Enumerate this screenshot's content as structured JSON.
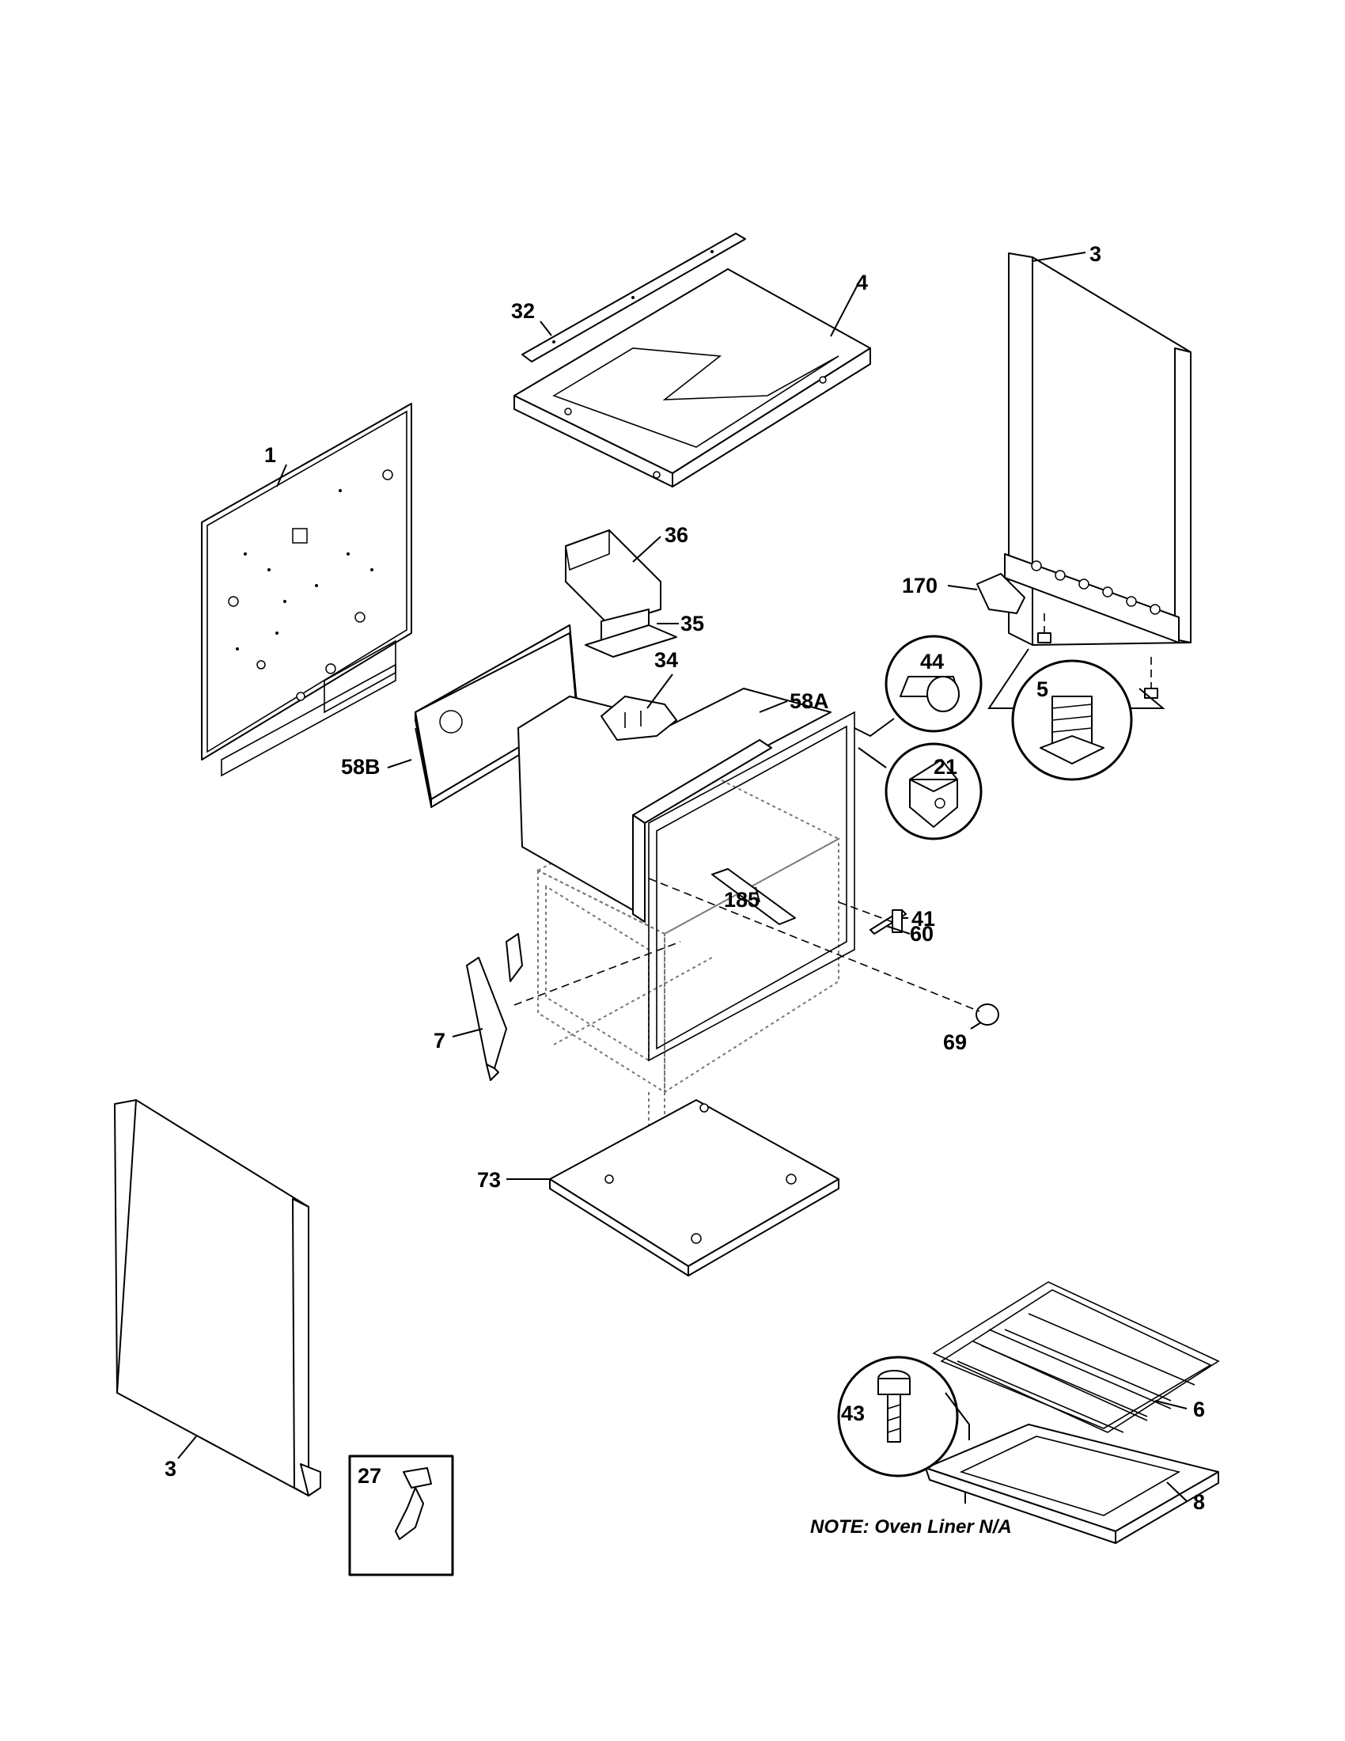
{
  "labels": {
    "l1": "1",
    "l3_top": "3",
    "l3_bottom": "3",
    "l4": "4",
    "l5": "5",
    "l6": "6",
    "l7": "7",
    "l8": "8",
    "l21": "21",
    "l27": "27",
    "l32": "32",
    "l34": "34",
    "l35": "35",
    "l36": "36",
    "l41": "41",
    "l43": "43",
    "l44": "44",
    "l58A": "58A",
    "l58B": "58B",
    "l60": "60",
    "l69": "69",
    "l73": "73",
    "l170": "170",
    "l185": "185"
  },
  "note": "NOTE: Oven Liner N/A"
}
